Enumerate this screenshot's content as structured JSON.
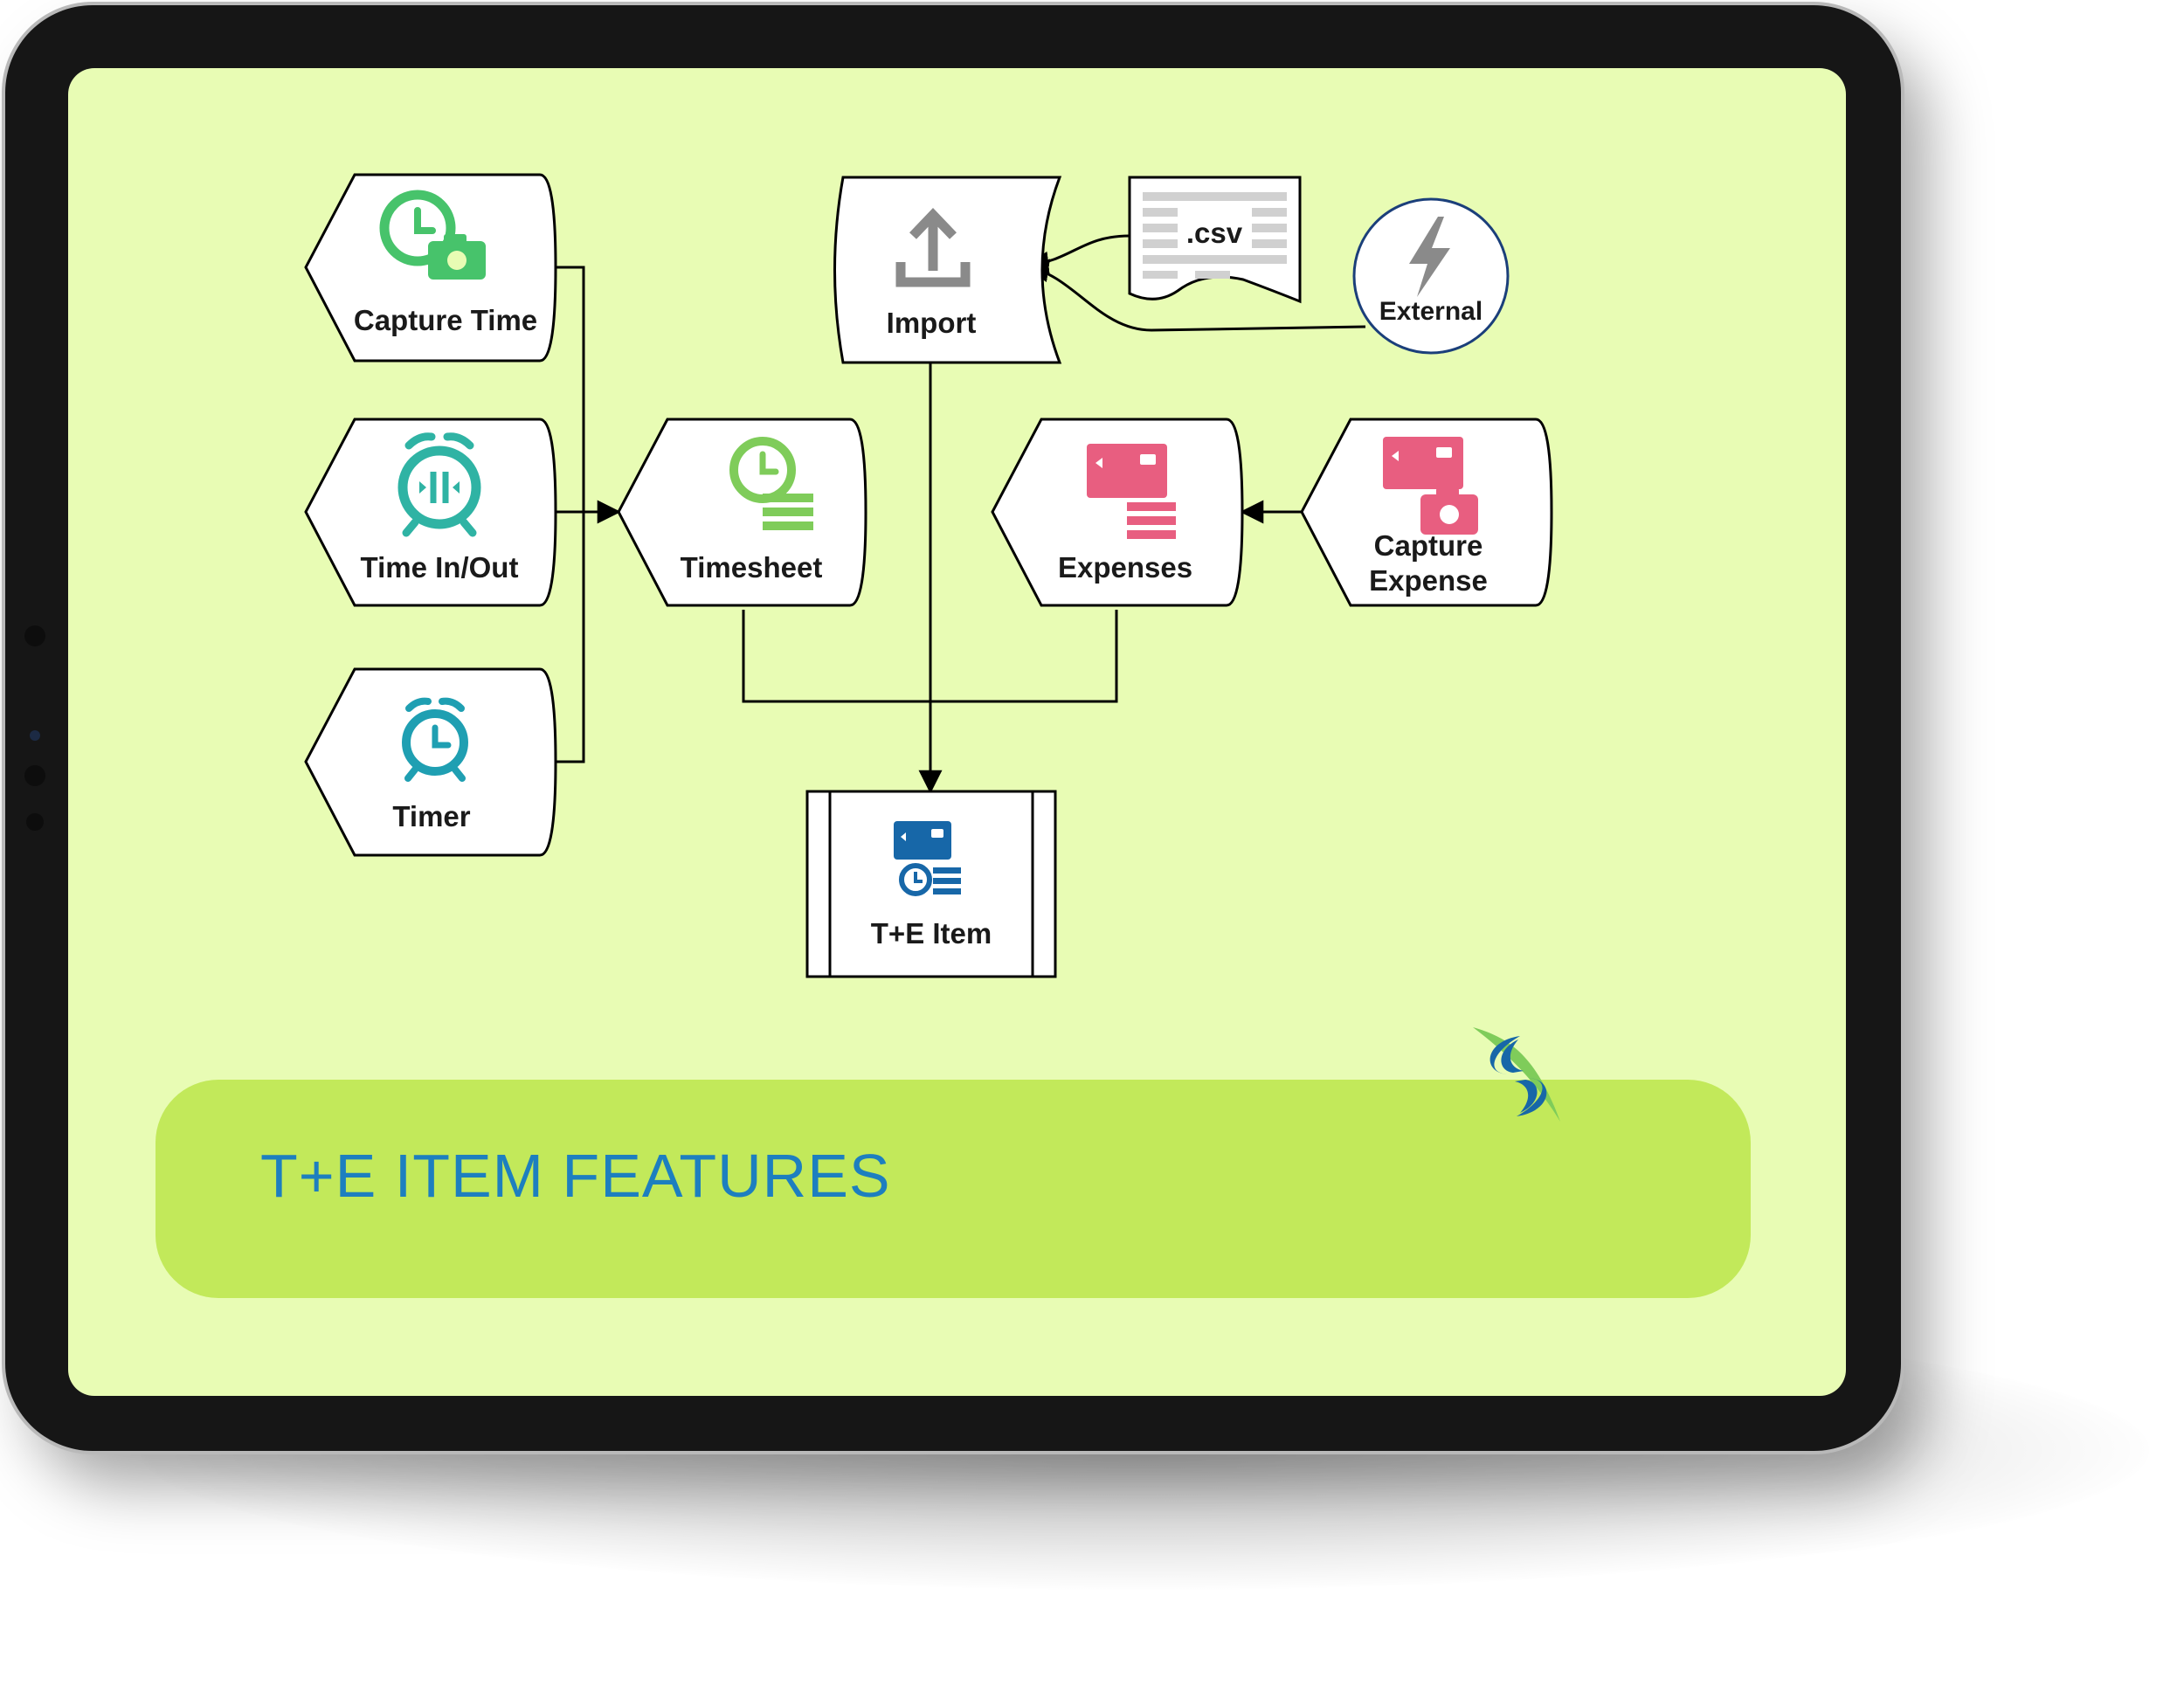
{
  "nodes": {
    "capture_time": "Capture Time",
    "time_in_out": "Time In/Out",
    "timer": "Timer",
    "timesheet": "Timesheet",
    "import": "Import",
    "csv": ".csv",
    "external": "External",
    "expenses": "Expenses",
    "capture_expense_line1": "Capture",
    "capture_expense_line2": "Expense",
    "te_item": "T+E Item"
  },
  "banner": {
    "title": "T+E ITEM FEATURES"
  },
  "icons": {
    "capture_time": "clock-camera-icon",
    "time_in_out": "alarm-clock-in-out-icon",
    "timer": "alarm-clock-icon",
    "timesheet": "clock-list-icon",
    "import": "upload-icon",
    "csv": "csv-file-icon",
    "external": "lightning-icon",
    "expenses": "card-list-icon",
    "capture_expense": "card-camera-icon",
    "te_item": "card-clock-list-icon",
    "logo": "company-logo-icon"
  },
  "colors": {
    "screen_bg": "#e8fcb4",
    "banner_bg": "#c2e95a",
    "title": "#1d7fbf",
    "green": "#47c36b",
    "light_green": "#7fcc5a",
    "teal": "#2fb3a4",
    "teal_dark": "#1f9fb2",
    "pink": "#e85e80",
    "blue": "#1767a8",
    "gray": "#8a8a8a"
  }
}
